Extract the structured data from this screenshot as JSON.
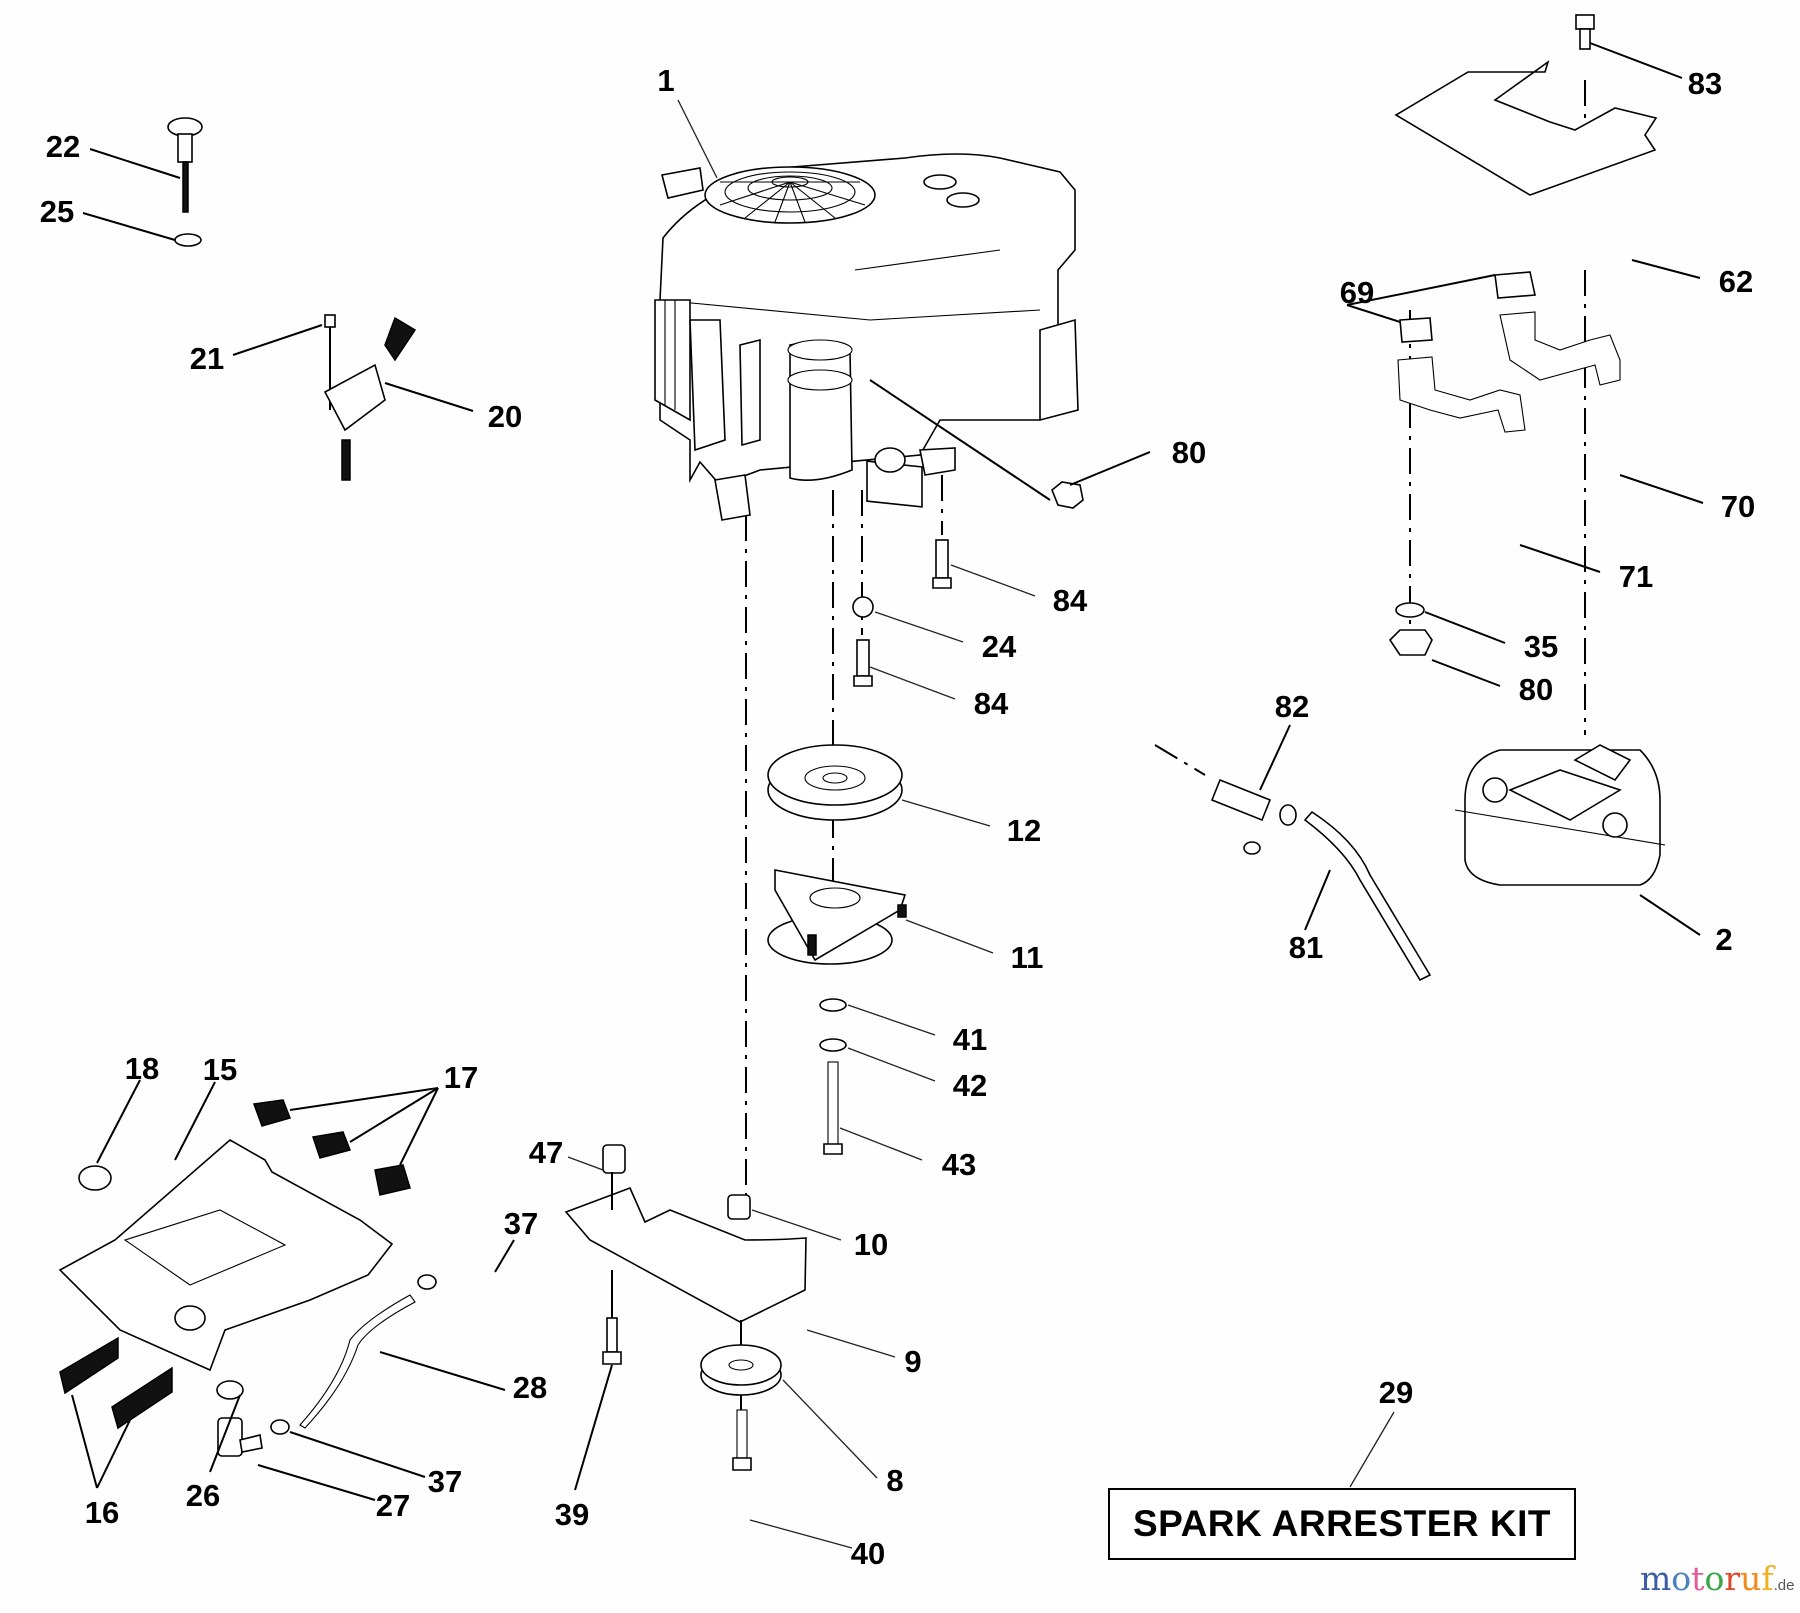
{
  "diagram": {
    "title": "Engine parts exploded view",
    "callouts": [
      {
        "id": "c1",
        "text": "1"
      },
      {
        "id": "c22",
        "text": "22"
      },
      {
        "id": "c25",
        "text": "25"
      },
      {
        "id": "c21",
        "text": "21"
      },
      {
        "id": "c20",
        "text": "20"
      },
      {
        "id": "c83",
        "text": "83"
      },
      {
        "id": "c62",
        "text": "62"
      },
      {
        "id": "c69",
        "text": "69"
      },
      {
        "id": "c80a",
        "text": "80"
      },
      {
        "id": "c70",
        "text": "70"
      },
      {
        "id": "c71",
        "text": "71"
      },
      {
        "id": "c84a",
        "text": "84"
      },
      {
        "id": "c24",
        "text": "24"
      },
      {
        "id": "c35",
        "text": "35"
      },
      {
        "id": "c84b",
        "text": "84"
      },
      {
        "id": "c80b",
        "text": "80"
      },
      {
        "id": "c82",
        "text": "82"
      },
      {
        "id": "c12",
        "text": "12"
      },
      {
        "id": "c11",
        "text": "11"
      },
      {
        "id": "c81",
        "text": "81"
      },
      {
        "id": "c2",
        "text": "2"
      },
      {
        "id": "c41",
        "text": "41"
      },
      {
        "id": "c42",
        "text": "42"
      },
      {
        "id": "c18",
        "text": "18"
      },
      {
        "id": "c15",
        "text": "15"
      },
      {
        "id": "c17",
        "text": "17"
      },
      {
        "id": "c47",
        "text": "47"
      },
      {
        "id": "c43",
        "text": "43"
      },
      {
        "id": "c37a",
        "text": "37"
      },
      {
        "id": "c10",
        "text": "10"
      },
      {
        "id": "c9",
        "text": "9"
      },
      {
        "id": "c28",
        "text": "28"
      },
      {
        "id": "c29",
        "text": "29"
      },
      {
        "id": "c37b",
        "text": "37"
      },
      {
        "id": "c8",
        "text": "8"
      },
      {
        "id": "c16",
        "text": "16"
      },
      {
        "id": "c26",
        "text": "26"
      },
      {
        "id": "c27",
        "text": "27"
      },
      {
        "id": "c39",
        "text": "39"
      },
      {
        "id": "c40",
        "text": "40"
      }
    ],
    "kit_box": {
      "text": "SPARK ARRESTER KIT"
    }
  },
  "watermark": {
    "letters": [
      {
        "char": "m",
        "color": "#3b5ba9"
      },
      {
        "char": "o",
        "color": "#4a7fc0"
      },
      {
        "char": "t",
        "color": "#e25b9a"
      },
      {
        "char": "o",
        "color": "#3aa64a"
      },
      {
        "char": "r",
        "color": "#e0442a"
      },
      {
        "char": "u",
        "color": "#f08a1c"
      },
      {
        "char": "f",
        "color": "#f2b01e"
      }
    ],
    "tld": ".de",
    "tld_color": "#555555"
  }
}
